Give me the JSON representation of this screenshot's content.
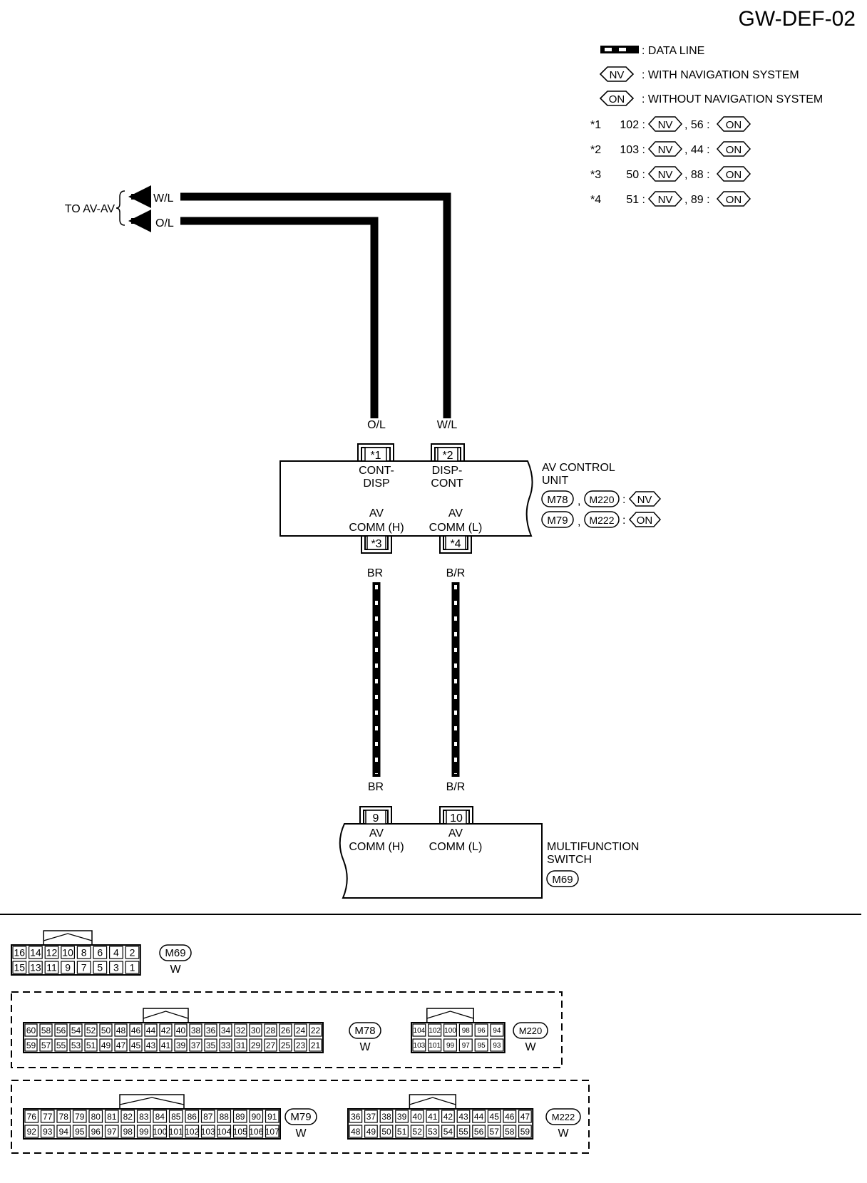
{
  "diagram_id": "GW-DEF-02",
  "legend": {
    "data_line": ": DATA LINE",
    "nv_tag": "NV",
    "nv_desc": ": WITH NAVIGATION SYSTEM",
    "on_tag": "ON",
    "on_desc": ": WITHOUT NAVIGATION SYSTEM",
    "notes": [
      {
        "mark": "*1",
        "nv_pin": "102 :",
        "on_pin": ", 56 :"
      },
      {
        "mark": "*2",
        "nv_pin": "103 :",
        "on_pin": ", 44 :"
      },
      {
        "mark": "*3",
        "nv_pin": "50 :",
        "on_pin": ", 88 :"
      },
      {
        "mark": "*4",
        "nv_pin": "51 :",
        "on_pin": ", 89 :"
      }
    ]
  },
  "to_av": {
    "label": "TO AV-AV",
    "wire1": "W/L",
    "wire2": "O/L"
  },
  "av_unit": {
    "pin_cont": "*1",
    "pin_disp": "*2",
    "pin_h": "*3",
    "pin_l": "*4",
    "wire_cont": "O/L",
    "wire_disp": "W/L",
    "cont_line1": "CONT-",
    "cont_line2": "DISP",
    "disp_line1": "DISP-",
    "disp_line2": "CONT",
    "h_line1": "AV",
    "h_line2": "COMM (H)",
    "l_line1": "AV",
    "l_line2": "COMM (L)",
    "name1": "AV CONTROL",
    "name2": "UNIT",
    "row1_c1": "M78",
    "row1_c2": "M220",
    "row1_tag": "NV",
    "row2_c1": "M79",
    "row2_c2": "M222",
    "row2_tag": "ON",
    "comma": ",",
    "colon": ":"
  },
  "comm_wires": {
    "h_top": "BR",
    "l_top": "B/R",
    "h_bottom": "BR",
    "l_bottom": "B/R"
  },
  "mf_switch": {
    "pin_h": "9",
    "pin_l": "10",
    "h_line1": "AV",
    "h_line2": "COMM (H)",
    "l_line1": "AV",
    "l_line2": "COMM (L)",
    "name1": "MULTIFUNCTION",
    "name2": "SWITCH",
    "connector": "M69"
  },
  "connectors": [
    {
      "id": "M69",
      "color": "W",
      "top": [
        "16",
        "14",
        "12",
        "10",
        "8",
        "6",
        "4",
        "2"
      ],
      "bottom": [
        "15",
        "13",
        "11",
        "9",
        "7",
        "5",
        "3",
        "1"
      ]
    },
    {
      "id": "M78",
      "color": "W",
      "top": [
        "60",
        "58",
        "56",
        "54",
        "52",
        "50",
        "48",
        "46",
        "44",
        "42",
        "40",
        "38",
        "36",
        "34",
        "32",
        "30",
        "28",
        "26",
        "24",
        "22"
      ],
      "bottom": [
        "59",
        "57",
        "55",
        "53",
        "51",
        "49",
        "47",
        "45",
        "43",
        "41",
        "39",
        "37",
        "35",
        "33",
        "31",
        "29",
        "27",
        "25",
        "23",
        "21"
      ]
    },
    {
      "id": "M220",
      "color": "W",
      "top": [
        "104",
        "102",
        "100",
        "98",
        "96",
        "94"
      ],
      "bottom": [
        "103",
        "101",
        "99",
        "97",
        "95",
        "93"
      ]
    },
    {
      "id": "M79",
      "color": "W",
      "top": [
        "76",
        "77",
        "78",
        "79",
        "80",
        "81",
        "82",
        "83",
        "84",
        "85",
        "86",
        "87",
        "88",
        "89",
        "90",
        "91"
      ],
      "bottom": [
        "92",
        "93",
        "94",
        "95",
        "96",
        "97",
        "98",
        "99",
        "100",
        "101",
        "102",
        "103",
        "104",
        "105",
        "106",
        "107"
      ]
    },
    {
      "id": "M222",
      "color": "W",
      "top": [
        "36",
        "37",
        "38",
        "39",
        "40",
        "41",
        "42",
        "43",
        "44",
        "45",
        "46",
        "47"
      ],
      "bottom": [
        "48",
        "49",
        "50",
        "51",
        "52",
        "53",
        "54",
        "55",
        "56",
        "57",
        "58",
        "59"
      ]
    }
  ]
}
